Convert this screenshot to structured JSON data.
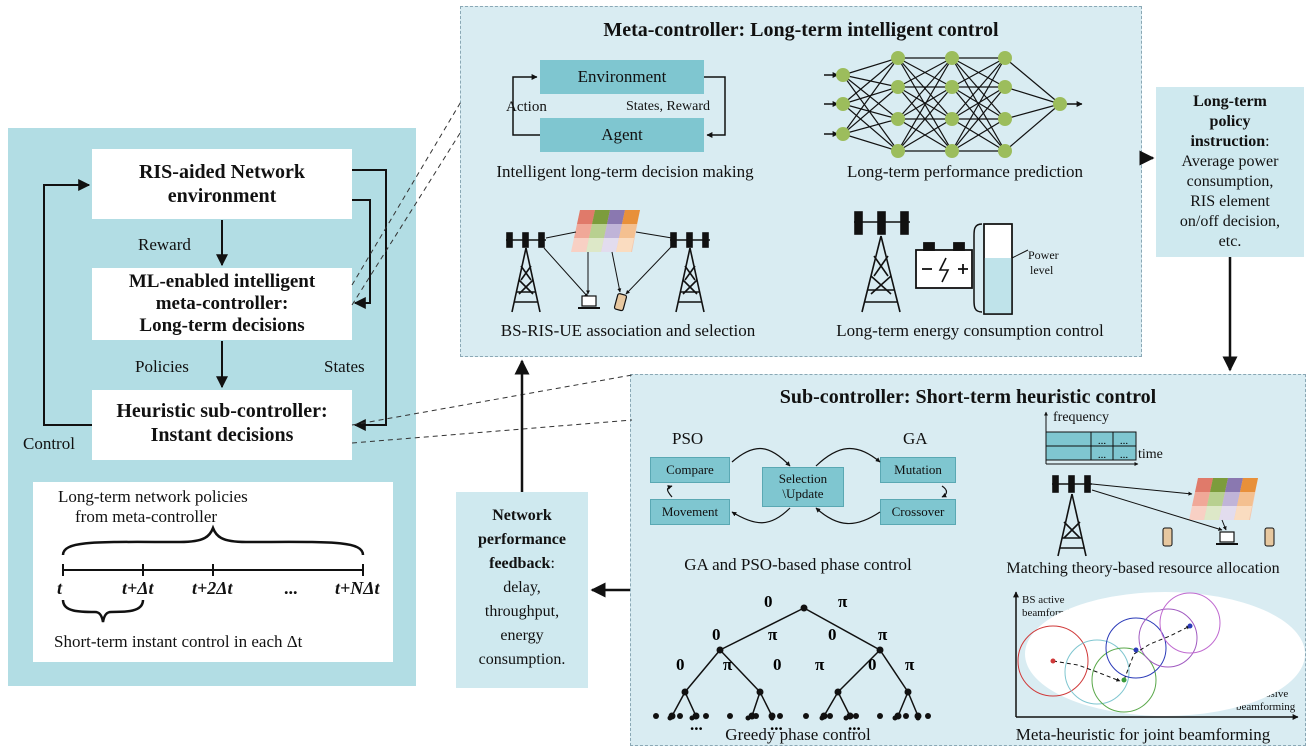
{
  "left": {
    "box_env_line1": "RIS-aided Network",
    "box_env_line2": "environment",
    "reward": "Reward",
    "box_meta_line1": "ML-enabled intelligent",
    "box_meta_line2": "meta-controller:",
    "box_meta_line3": "Long-term decisions",
    "policies": "Policies",
    "states": "States",
    "box_sub_line1": "Heuristic sub-controller:",
    "box_sub_line2": "Instant decisions",
    "control": "Control",
    "timeline": {
      "top_line1": "Long-term network policies",
      "top_line2": "from meta-controller",
      "ticks": [
        "t",
        "t+Δt",
        "t+2Δt",
        "...",
        "t+NΔt"
      ],
      "bottom": "Short-term instant control in each Δt"
    }
  },
  "meta": {
    "title": "Meta-controller: Long-term intelligent control",
    "environment": "Environment",
    "agent": "Agent",
    "action": "Action",
    "states_reward": "States, Reward",
    "caption_decision": "Intelligent long-term decision making",
    "caption_prediction": "Long-term performance prediction",
    "caption_association": "BS-RIS-UE association and selection",
    "caption_energy": "Long-term energy consumption control",
    "power_level_line1": "Power",
    "power_level_line2": "level"
  },
  "policy_box": {
    "line1": "Long-term",
    "line2": "policy",
    "line3_bold": "instruction",
    "line3_rest": ":",
    "line4": "Average power",
    "line5": "consumption,",
    "line6": "RIS element",
    "line7": "on/off decision,",
    "line8": "etc."
  },
  "feedback_box": {
    "line1": "Network",
    "line2": "performance",
    "line3_bold": "feedback",
    "line3_rest": ":",
    "line4": "delay,",
    "line5": "throughput,",
    "line6": "energy",
    "line7": "consumption."
  },
  "sub": {
    "title": "Sub-controller: Short-term heuristic control",
    "pso": "PSO",
    "ga": "GA",
    "compare": "Compare",
    "movement": "Movement",
    "selection_line1": "Selection",
    "selection_line2": "\\Update",
    "mutation": "Mutation",
    "crossover": "Crossover",
    "caption_ga_pso": "GA and PSO-based phase control",
    "frequency": "frequency",
    "time": "time",
    "grid_dots": "...",
    "caption_matching": "Matching theory-based resource allocation",
    "tree_zero": "0",
    "tree_pi": "π",
    "tree_dots": "...",
    "caption_greedy": "Greedy phase control",
    "bs_active_line1": "BS active",
    "bs_active_line2": "beamforming",
    "ris_passive_line1": "RIS passive",
    "ris_passive_line2": "beamforming",
    "caption_meta_heuristic": "Meta-heuristic for joint beamforming"
  },
  "colors": {
    "left_panel": "#b2dde4",
    "panel": "#d9ecf2",
    "box": "#7fc6d0",
    "node": "#9cbd5c"
  }
}
